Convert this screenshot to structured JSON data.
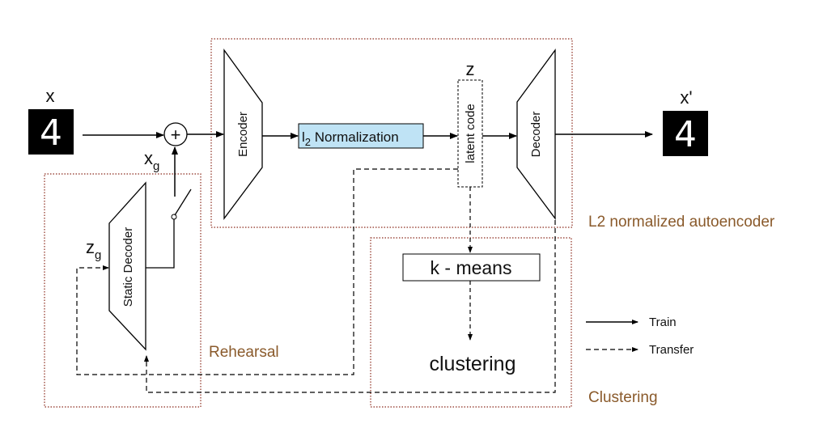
{
  "input": {
    "symbol": "x",
    "digit": "4"
  },
  "output": {
    "symbol": "x'",
    "digit": "4"
  },
  "sum_symbol": "+",
  "generated_input": {
    "symbol": "x",
    "subscript": "g"
  },
  "latent_sample": {
    "symbol": "z",
    "subscript": "g"
  },
  "latent_symbol": "z",
  "encoder_label": "Encoder",
  "decoder_label": "Decoder",
  "static_decoder_label": "Static Decoder",
  "normalization": {
    "prefix": "l",
    "subscript": "2",
    "text": " Normalization"
  },
  "latent_code_label": "latent code",
  "kmeans_label": "k - means",
  "clustering_output": "clustering",
  "regions": {
    "autoencoder": "L2 normalized autoencoder",
    "rehearsal": "Rehearsal",
    "clustering": "Clustering"
  },
  "legend": {
    "train": "Train",
    "transfer": "Transfer"
  },
  "colors": {
    "region_border": "#8b2a1c",
    "region_label": "#8a5a2b",
    "normalization_fill": "#bfe3f5"
  }
}
